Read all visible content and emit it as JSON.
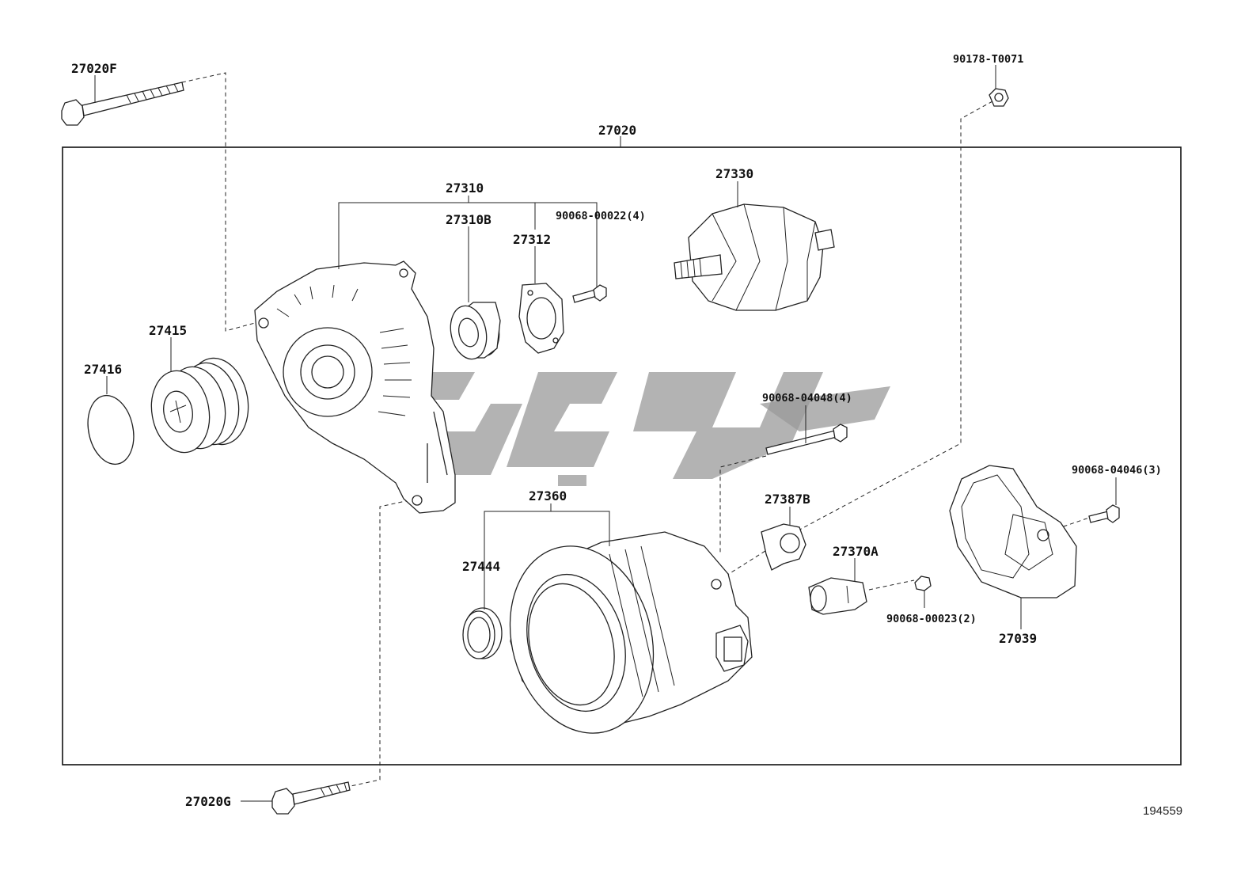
{
  "diagram": {
    "figure_number": "194559",
    "assembly_label": "27020",
    "parts": [
      {
        "id": "bolt_f",
        "label": "27020F"
      },
      {
        "id": "nut_top",
        "label": "90178-T0071"
      },
      {
        "id": "assembly",
        "label": "27020"
      },
      {
        "id": "frame_drive",
        "label": "27310"
      },
      {
        "id": "bearing",
        "label": "27310B"
      },
      {
        "id": "retainer",
        "label": "27312"
      },
      {
        "id": "screw_a",
        "label": "90068-00022(4)"
      },
      {
        "id": "rotor",
        "label": "27330"
      },
      {
        "id": "pulley",
        "label": "27415"
      },
      {
        "id": "cap",
        "label": "27416"
      },
      {
        "id": "through_bolt",
        "label": "90068-04048(4)"
      },
      {
        "id": "stator_frame",
        "label": "27360"
      },
      {
        "id": "ring",
        "label": "27444"
      },
      {
        "id": "brush",
        "label": "27387B"
      },
      {
        "id": "regulator",
        "label": "27370A"
      },
      {
        "id": "screw_b",
        "label": "90068-00023(2)"
      },
      {
        "id": "rear_cover",
        "label": "27039"
      },
      {
        "id": "screw_c",
        "label": "90068-04046(3)"
      },
      {
        "id": "bolt_g",
        "label": "27020G"
      }
    ]
  }
}
